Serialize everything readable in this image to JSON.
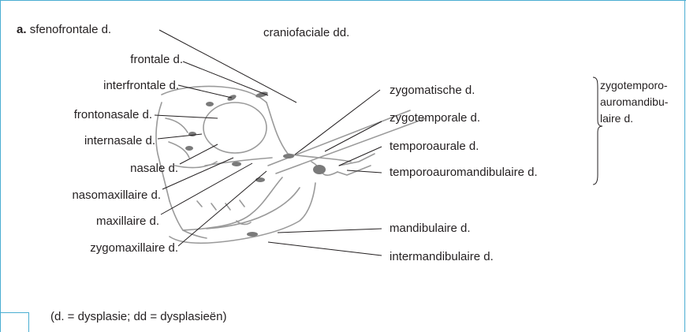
{
  "panel_letter": "a.",
  "labels": {
    "sfenofrontale": "sfenofrontale d.",
    "craniofaciale": "craniofaciale dd.",
    "frontale": "frontale d.",
    "interfrontale": "interfrontale d.",
    "frontonasale": "frontonasale d.",
    "internasale": "internasale d.",
    "nasale": "nasale d.",
    "nasomaxillaire": "nasomaxillaire d.",
    "maxillaire": "maxillaire d.",
    "zygomaxillaire": "zygomaxillaire d.",
    "zygomatische": "zygomatische d.",
    "zygotemporale": "zygotemporale d.",
    "temporoaurale": "temporoaurale d.",
    "temporoauromandibulaire": "temporoauromandibulaire d.",
    "mandibulaire": "mandibulaire d.",
    "intermandibulaire": "intermandibulaire d."
  },
  "brace_group": {
    "line1": "zygotemporo-",
    "line2": "auromandibu-",
    "line3": "laire d."
  },
  "footnote": "(d. = dysplasie; dd = dysplasieën)",
  "colors": {
    "frame": "#4aaed2",
    "text": "#231f20",
    "skull_lines": "#9a9a9a",
    "leader_lines": "#231f20"
  }
}
